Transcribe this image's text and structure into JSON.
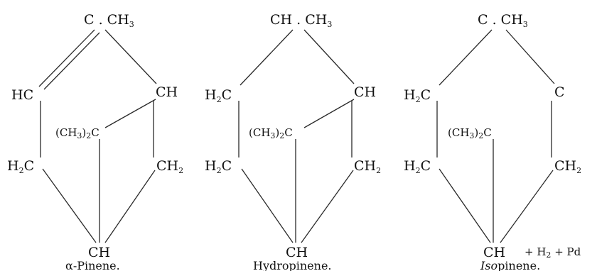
{
  "structures": [
    {
      "caption_greek": "α",
      "caption_rest": "-Pinene.",
      "top": "C . CH",
      "top_sub": "3",
      "left_upper": "HC",
      "right_upper": "CH",
      "center_main": "(CH",
      "center_sub": "3",
      "center_tail": ")",
      "center_sub2": "2",
      "center_end": "C",
      "left_lower": "H",
      "left_lower_sub": "2",
      "left_lower_end": "C",
      "right_lower": "CH",
      "right_lower_sub": "2",
      "bottom": "CH"
    },
    {
      "caption": "Hydropinene.",
      "top": "CH . CH",
      "top_sub": "3",
      "left_upper": "H",
      "left_upper_sub": "2",
      "left_upper_end": "C",
      "right_upper": "CH",
      "center_main": "(CH",
      "center_sub": "3",
      "center_tail": ")",
      "center_sub2": "2",
      "center_end": "C",
      "left_lower": "H",
      "left_lower_sub": "2",
      "left_lower_end": "C",
      "right_lower": "CH",
      "right_lower_sub": "2",
      "bottom": "CH"
    },
    {
      "caption_italic": "Iso",
      "caption_rest": "pinene.",
      "top": "C . CH",
      "top_sub": "3",
      "left_upper": "H",
      "left_upper_sub": "2",
      "left_upper_end": "C",
      "right_upper": "C",
      "center_main": "(CH",
      "center_sub": "3",
      "center_tail": ")",
      "center_sub2": "2",
      "center_end": "C",
      "left_lower": "H",
      "left_lower_sub": "2",
      "left_lower_end": "C",
      "right_lower": "CH",
      "right_lower_sub": "2",
      "bottom": "CH",
      "annotation": "+ H",
      "annotation_sub": "2",
      "annotation_tail": " + Pd"
    }
  ],
  "colors": {
    "ink": "#111111",
    "bond": "#2a2a2a",
    "paper": "#ffffff"
  }
}
